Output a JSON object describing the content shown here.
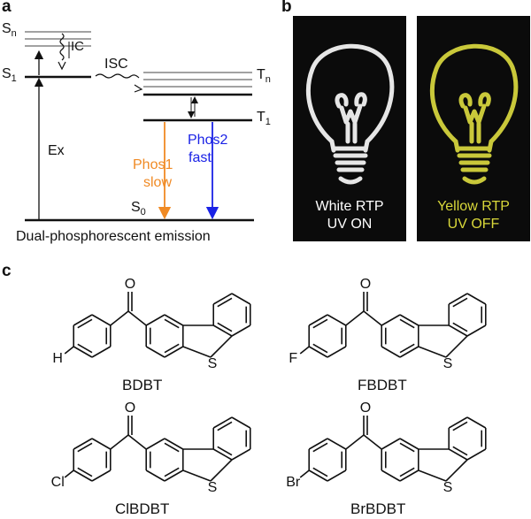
{
  "panel_a": {
    "letter": "a",
    "levels": {
      "sn": "S",
      "sn_sub": "n",
      "s1": "S",
      "s1_sub": "1",
      "s0": "S",
      "s0_sub": "0",
      "tn": "T",
      "tn_sub": "n",
      "t1": "T",
      "t1_sub": "1"
    },
    "ic": "IC",
    "isc": "ISC",
    "ex": "Ex",
    "phos1": "Phos1",
    "phos1_speed": "slow",
    "phos2": "Phos2",
    "phos2_speed": "fast",
    "caption": "Dual-phosphorescent emission",
    "colors": {
      "phos1": "#f08a24",
      "phos2": "#1a22e6"
    }
  },
  "panel_b": {
    "letter": "b",
    "left": {
      "line1": "White RTP",
      "line2": "UV ON",
      "color": "#ffffff"
    },
    "right": {
      "line1": "Yellow RTP",
      "line2": "UV OFF",
      "color": "#d9d83a"
    }
  },
  "panel_c": {
    "letter": "c",
    "molecules": [
      {
        "name": "BDBT",
        "substituent": "H",
        "o": "O",
        "s": "S"
      },
      {
        "name": "FBDBT",
        "substituent": "F",
        "o": "O",
        "s": "S"
      },
      {
        "name": "ClBDBT",
        "substituent": "Cl",
        "o": "O",
        "s": "S"
      },
      {
        "name": "BrBDBT",
        "substituent": "Br",
        "o": "O",
        "s": "S"
      }
    ]
  }
}
